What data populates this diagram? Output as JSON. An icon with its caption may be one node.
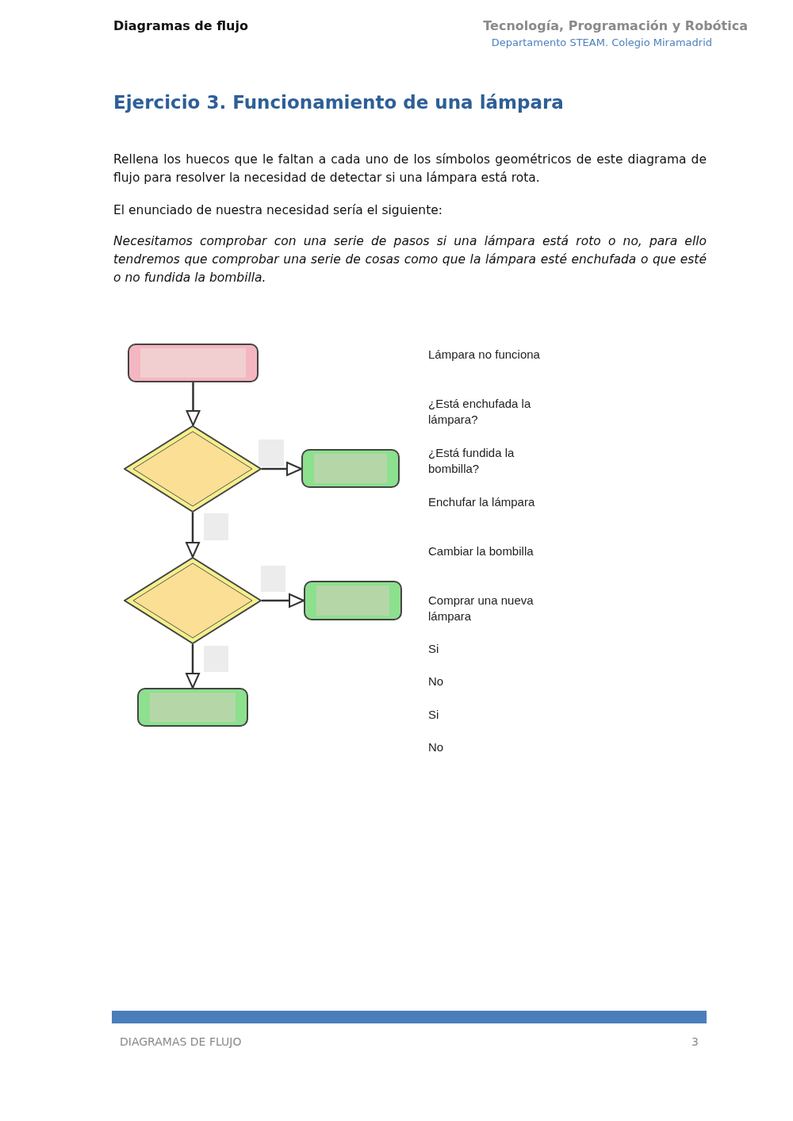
{
  "diagram": {
    "title": "Ejercicio 3. Funcionamiento de una lámpara",
    "nodes": [
      {
        "text": [],
        "shape": "box"
      },
      {
        "text": [],
        "shape": "diamond"
      },
      {
        "text": [],
        "shape": "box"
      },
      {
        "text": [],
        "shape": "diamond"
      },
      {
        "text": [],
        "shape": "box"
      },
      {
        "text": [],
        "shape": "box"
      }
    ],
    "edges": [
      {
        "from": 0,
        "to": 1,
        "arrow": "to"
      },
      {
        "from": 1,
        "to": 2,
        "arrow": "to"
      },
      {
        "from": 1,
        "to": 3,
        "arrow": "to"
      },
      {
        "from": 3,
        "to": 4,
        "arrow": "to"
      },
      {
        "from": 3,
        "to": 5,
        "arrow": "to"
      }
    ],
    "labels": [
      "Diagramas de flujo",
      "Tecnología, Programación y Robótica",
      "Departamento STEAM. Colegio Miramadrid",
      "Rellena los huecos que le faltan a cada uno de los símbolos geométricos de este diagrama de flujo para resolver la necesidad de detectar si una lámpara está rota.",
      "El enunciado de nuestra necesidad sería el siguiente:",
      "Necesitamos comprobar con una serie de pasos si una lámpara está roto o no, para ello tendremos que comprobar una serie de cosas como que la lámpara esté enchufada o que esté o no fundida la bombilla.",
      "Lámpara no funciona",
      "¿Está enchufada la lámpara?",
      "¿Está fundida la bombilla?",
      "Enchufar la lámpara",
      "Cambiar la bombilla",
      "Comprar una nueva lámpara",
      "Si",
      "No",
      "Si",
      "No",
      "DIAGRAMAS DE FLUJO",
      "3"
    ]
  }
}
